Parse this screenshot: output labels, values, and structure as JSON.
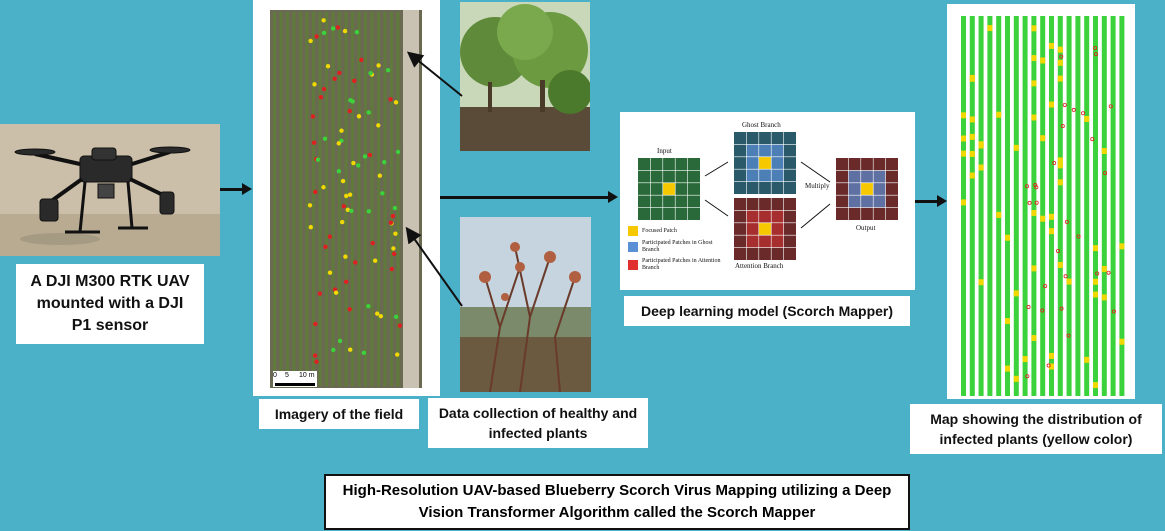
{
  "drone": {
    "caption": "A DJI M300 RTK UAV mounted with a DJI P1 sensor"
  },
  "field": {
    "caption": "Imagery of the field",
    "scale_labels": [
      "0",
      "5",
      "10 m"
    ]
  },
  "plants": {
    "caption": "Data collection of healthy and infected plants"
  },
  "model": {
    "caption": "Deep learning model (Scorch Mapper)",
    "input_label": "Input",
    "ghost_label": "Ghost Branch",
    "attention_label": "Attention Branch",
    "multiply_label": "Multiply",
    "output_label": "Output",
    "legend": [
      {
        "text": "Focused Patch",
        "color": "#f5c800"
      },
      {
        "text": "Participated Patches in Ghost Branch",
        "color": "#5b8fd6"
      },
      {
        "text": "Participated Patches in Attention Branch",
        "color": "#e03030"
      }
    ]
  },
  "map": {
    "caption": "Map showing the distribution of infected plants (yellow color)"
  },
  "title": "High-Resolution UAV-based Blueberry Scorch Virus Mapping utilizing a Deep Vision Transformer Algorithm called the Scorch Mapper",
  "colors": {
    "background": "#4bb1c8",
    "healthy": "#3cd23c",
    "infected": "#f0d800",
    "marker_red": "#e02020"
  }
}
